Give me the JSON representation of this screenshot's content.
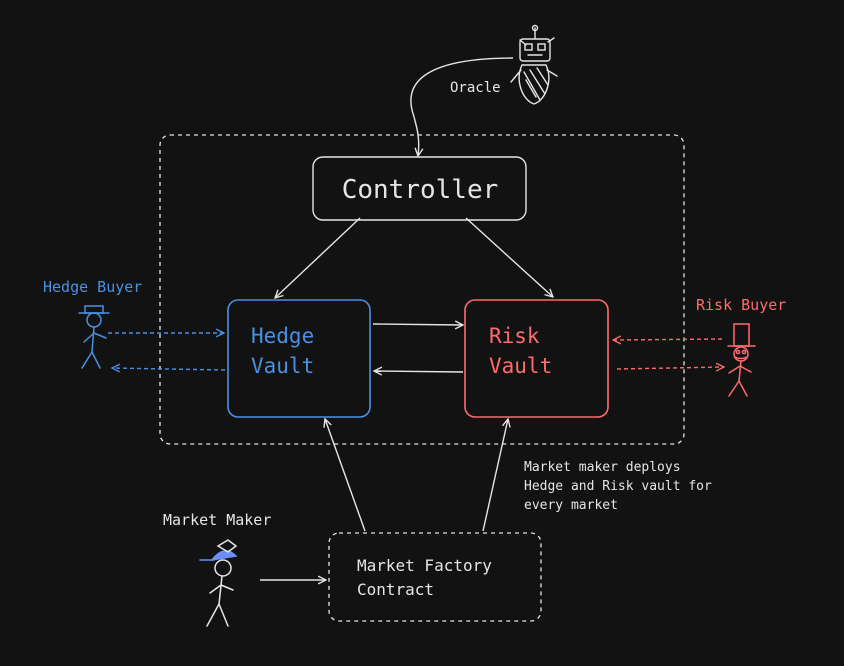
{
  "colors": {
    "background": "#121212",
    "default_stroke": "#e6e6e6",
    "hedge": "#4a90e2",
    "risk": "#ff6b6b",
    "hat_fill": "#6c8ef5"
  },
  "actors": {
    "oracle": {
      "label": "Oracle",
      "icon": "robot-icon"
    },
    "hedge_buyer": {
      "label": "Hedge Buyer",
      "icon": "stick-figure-hat-icon"
    },
    "risk_buyer": {
      "label": "Risk Buyer",
      "icon": "stick-figure-top-hat-icon"
    },
    "market_maker": {
      "label": "Market Maker",
      "icon": "stick-figure-propeller-cap-icon"
    }
  },
  "nodes": {
    "controller": {
      "label": "Controller"
    },
    "hedge_vault": {
      "line1": "Hedge",
      "line2": "Vault"
    },
    "risk_vault": {
      "line1": "Risk",
      "line2": "Vault"
    },
    "market_factory": {
      "line1": "Market Factory",
      "line2": "Contract"
    }
  },
  "annotation": {
    "line1": "Market maker deploys",
    "line2": "Hedge and Risk vault for",
    "line3": "every market"
  }
}
